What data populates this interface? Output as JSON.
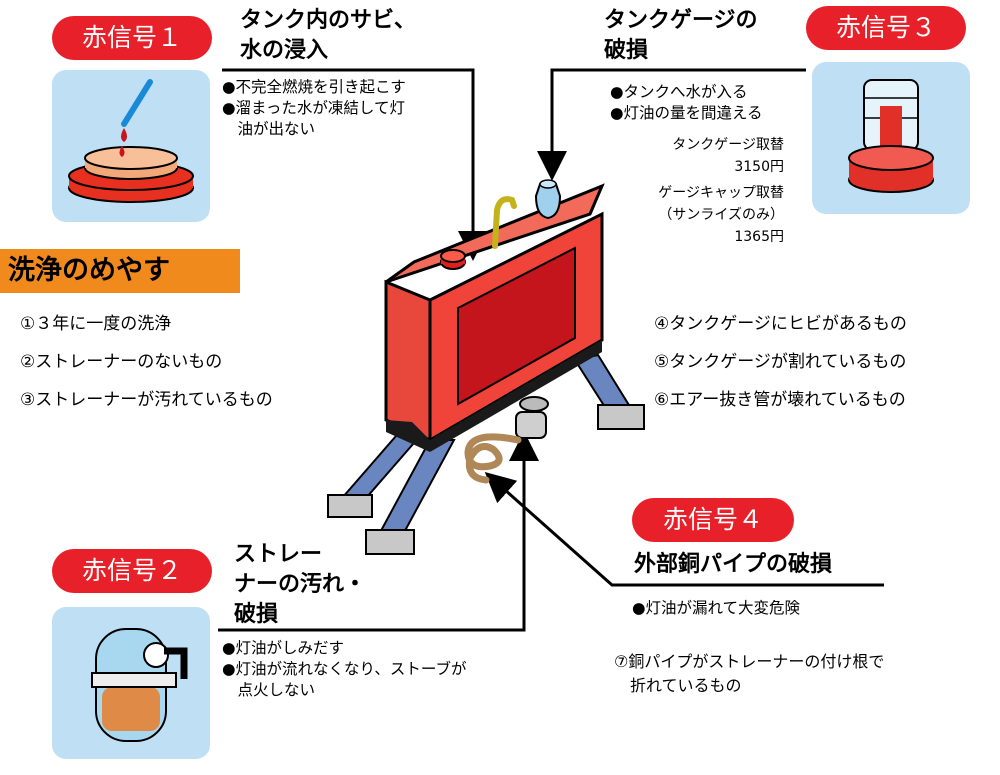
{
  "signals": {
    "s1": {
      "badge": "赤信号１",
      "title_line1": "タンク内のサビ、",
      "title_line2": "水の浸入",
      "bullets": [
        "●不完全燃焼を引き起こす",
        "●溜まった水が凍結して灯",
        "　油が出ない"
      ]
    },
    "s2": {
      "badge": "赤信号２",
      "title_line1": "ストレー",
      "title_line2": "ナーの汚れ・",
      "title_line3": "破損",
      "bullets": [
        "●灯油がしみだす",
        "●灯油が流れなくなり、ストーブが",
        "　点火しない"
      ]
    },
    "s3": {
      "badge": "赤信号３",
      "title_line1": "タンクゲージの",
      "title_line2": "破損",
      "bullets": [
        "●タンクへ水が入る",
        "●灯油の量を間違える"
      ],
      "prices": [
        "タンクゲージ取替",
        "3150円",
        "ゲージキャップ取替",
        "（サンライズのみ）",
        "1365円"
      ]
    },
    "s4": {
      "badge": "赤信号４",
      "title": "外部銅パイプの破損",
      "bullets": [
        "●灯油が漏れて大変危険"
      ],
      "note_line1": "⑦銅パイプがストレーナーの付け根で",
      "note_line2": "　折れているもの"
    }
  },
  "cleaning": {
    "title": "洗浄のめやす",
    "left_items": [
      "①３年に一度の洗浄",
      "②ストレーナーのないもの",
      "③ストレーナーが汚れているもの"
    ],
    "right_items": [
      "④タンクゲージにヒビがあるもの",
      "⑤タンクゲージが割れているもの",
      "⑥エアー抜き管が壊れているもの"
    ]
  },
  "colors": {
    "badge_red": "#e8202a",
    "senjo_orange": "#f08a1c",
    "icon_bg": "#bfe0f4",
    "tank_red": "#f0443a",
    "leg_blue": "#6a86c0"
  }
}
